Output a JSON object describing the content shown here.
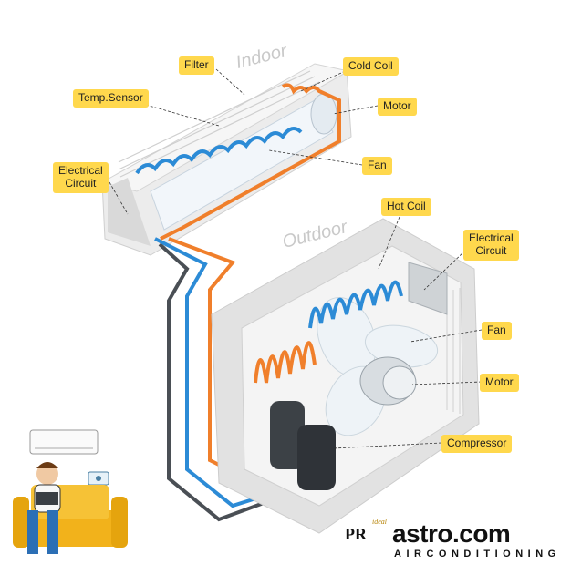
{
  "diagram": {
    "indoor_label": "Indoor",
    "outdoor_label": "Outdoor",
    "callouts": {
      "filter": "Filter",
      "cold_coil": "Cold Coil",
      "temp_sensor": "Temp.Sensor",
      "motor_indoor": "Motor",
      "fan_indoor": "Fan",
      "electrical_circuit_indoor_line1": "Electrical",
      "electrical_circuit_indoor_line2": "Circuit",
      "hot_coil": "Hot Coil",
      "electrical_circuit_outdoor_line1": "Electrical",
      "electrical_circuit_outdoor_line2": "Circuit",
      "fan_outdoor": "Fan",
      "motor_outdoor": "Motor",
      "compressor": "Compressor"
    },
    "colors": {
      "hot_pipe": "#f07f2b",
      "cold_pipe": "#2c8bd6",
      "dark_pipe": "#4a4f55",
      "callout_bg": "#ffd84d"
    }
  },
  "logo": {
    "pr": "PR",
    "ideal": "ideal",
    "astro": "astro.com",
    "sub": "AIRCONDITIONING"
  }
}
